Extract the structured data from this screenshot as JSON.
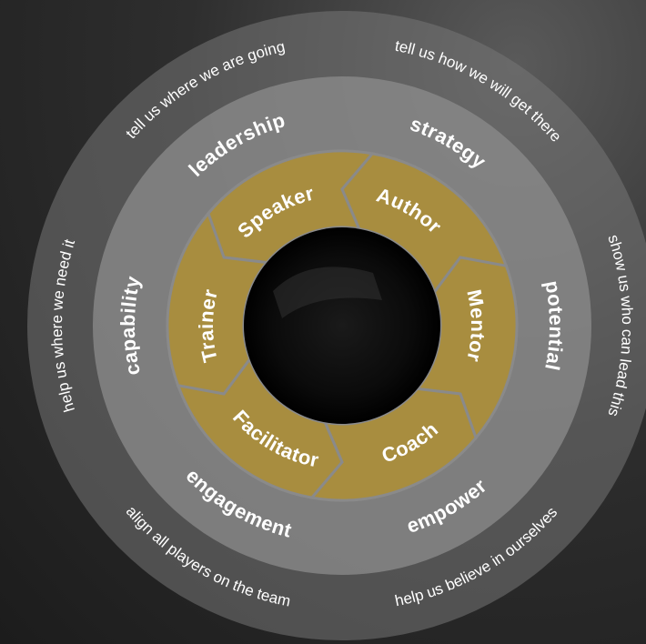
{
  "outer_ring": [
    {
      "id": "outer-leadership",
      "text": "tell us where we are going"
    },
    {
      "id": "outer-strategy",
      "text": "tell us how we will get there"
    },
    {
      "id": "outer-potential",
      "text": "show us who can lead this"
    },
    {
      "id": "outer-empower",
      "text": "help us believe in ourselves"
    },
    {
      "id": "outer-engagement",
      "text": "align all players on the team"
    },
    {
      "id": "outer-capability",
      "text": "help us where we need it"
    }
  ],
  "middle_ring": [
    {
      "id": "leadership",
      "text": "leadership"
    },
    {
      "id": "strategy",
      "text": "strategy"
    },
    {
      "id": "potential",
      "text": "potential"
    },
    {
      "id": "empower",
      "text": "empower"
    },
    {
      "id": "engagement",
      "text": "engagement"
    },
    {
      "id": "capability",
      "text": "capability"
    }
  ],
  "inner_ring": [
    {
      "id": "speaker",
      "text": "Speaker"
    },
    {
      "id": "author",
      "text": "Author"
    },
    {
      "id": "mentor",
      "text": "Mentor"
    },
    {
      "id": "coach",
      "text": "Coach"
    },
    {
      "id": "facilitator",
      "text": "Facilitator"
    },
    {
      "id": "trainer",
      "text": "Trainer"
    }
  ],
  "colors": {
    "outer_ring": "#6e6e6e",
    "middle_ring": "#8a8a8a",
    "inner_ring": "#a88d3f",
    "segment_divider": "#8a8a8a",
    "center": "#0a0a0a",
    "text": "#ffffff"
  }
}
